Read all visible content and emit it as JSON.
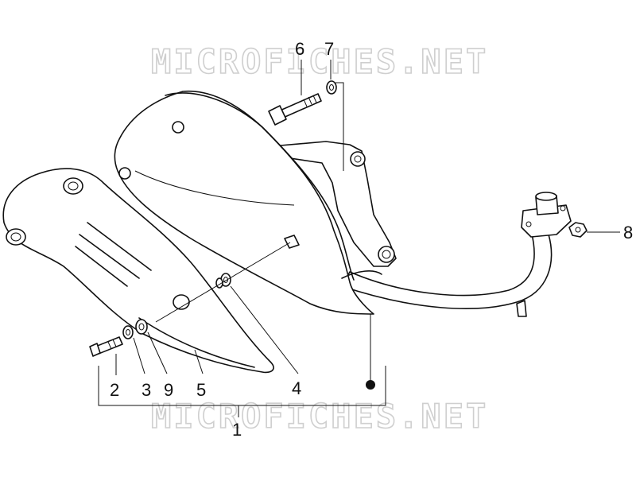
{
  "watermark": {
    "text": "MICROFICHES.NET"
  },
  "part_labels": {
    "p1": "1",
    "p2": "2",
    "p3": "3",
    "p4": "4",
    "p5": "5",
    "p6": "6",
    "p7": "7",
    "p8": "8",
    "p9": "9"
  },
  "colors": {
    "line": "#111111",
    "watermark": "#cfcfcf",
    "background": "#ffffff"
  }
}
